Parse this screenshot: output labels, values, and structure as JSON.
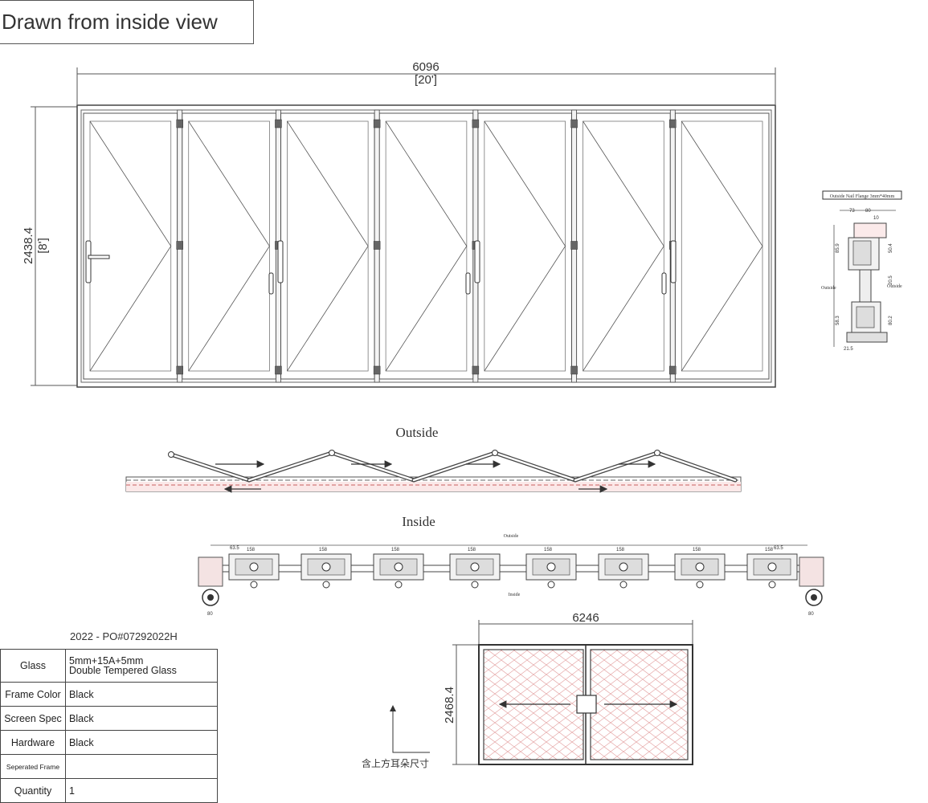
{
  "header": {
    "title": "Drawn from inside view"
  },
  "elevation": {
    "width_mm": "6096",
    "width_ft": "[20']",
    "height_mm": "2438.4",
    "height_ft": "[8']",
    "panel_count": 7
  },
  "plan": {
    "outside_label": "Outside",
    "inside_label": "Inside"
  },
  "section": {
    "heading": "Outside Nail Flange 3mm*40mm",
    "side_left": "Outside",
    "side_right": "Outside",
    "dims": [
      "73",
      "80",
      "10",
      "85.9",
      "50.4",
      "20.5",
      "80.2",
      "58.3",
      "21.5"
    ]
  },
  "detail_strip": {
    "outside_note": "Outside",
    "inside_note": "Inside",
    "left_dim": "63.5",
    "right_dim": "63.5",
    "end_dim": "80",
    "panel_dims": [
      "158",
      "158",
      "158",
      "158",
      "158",
      "158",
      "158",
      "158"
    ]
  },
  "screen": {
    "width_mm": "6246",
    "height_mm": "2468.4",
    "note": "含上方耳朵尺寸"
  },
  "order": {
    "po": "2022 - PO#07292022H"
  },
  "spec": {
    "glass_label": "Glass",
    "glass_line1": "5mm+15A+5mm",
    "glass_line2": "Double Tempered Glass",
    "frame_color_label": "Frame Color",
    "frame_color": "Black",
    "screen_spec_label": "Screen Spec",
    "screen_spec": "Black",
    "hardware_label": "Hardware",
    "hardware": "Black",
    "separated_frame_label": "Seperated Frame",
    "separated_frame": "",
    "quantity_label": "Quantity",
    "quantity": "1"
  }
}
